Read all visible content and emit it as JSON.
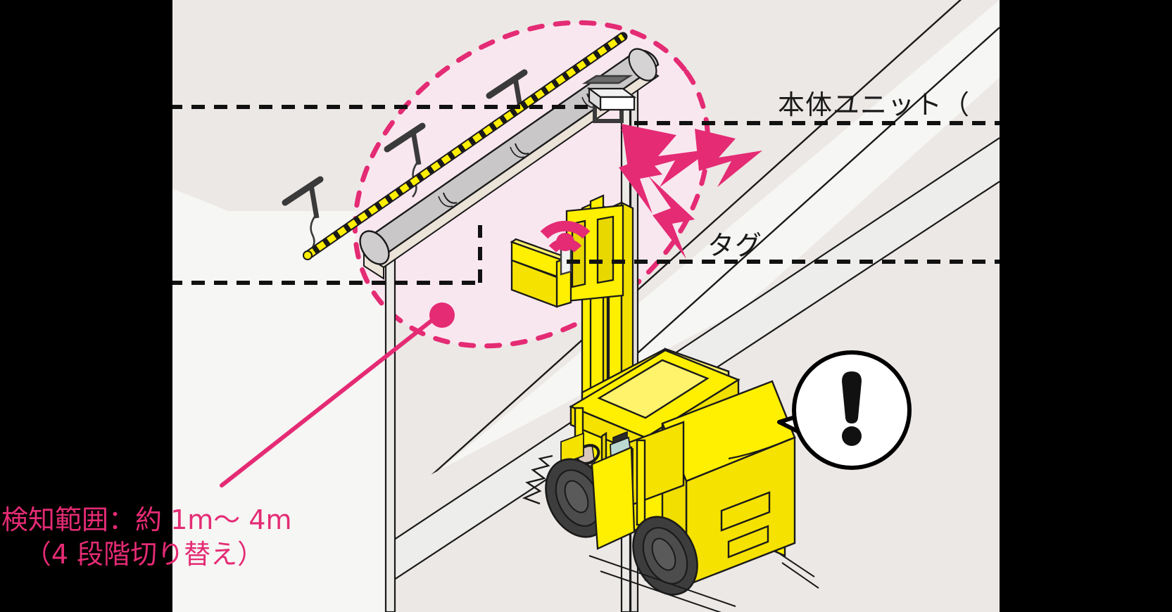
{
  "figure": {
    "kind": "isometric-illustration",
    "title_visible": false,
    "background_letterbox_color": "#000000",
    "panel_background_color": "#ece8e5",
    "accent_pink": "#e42b74",
    "zone_fill_pink": "#f9e7ef",
    "forklift_yellow": "#ffef00",
    "pipe_grey": "#c9c7c7"
  },
  "labels": {
    "main_unit": "本体ユニット（",
    "tag": "タグ"
  },
  "caption": {
    "line1": "検知範囲：約 1m〜 4m",
    "line2": "（4 段階切り替え）"
  },
  "callouts": {
    "detection_zone_name": "detection-zone-ellipse",
    "main_unit_leader": "dashed-leader-main-unit",
    "tag_leader": "dashed-leader-tag",
    "range_leader": "pink-leader-detection-range"
  },
  "scene_elements": [
    {
      "name": "ceiling-pipe",
      "desc": "horizontal insulated pipe run"
    },
    {
      "name": "yellow-cable-track",
      "desc": "yellow dashed cable along pipe"
    },
    {
      "name": "main-unit-device",
      "desc": "white sensor box clamped to pipe"
    },
    {
      "name": "rf-burst",
      "desc": "pink lightning emission from main unit"
    },
    {
      "name": "forklift",
      "desc": "yellow forklift with driver"
    },
    {
      "name": "tag-device",
      "desc": "tag on forklift mast with wifi waves"
    },
    {
      "name": "warning-bubble",
      "desc": "speech balloon with exclamation mark"
    },
    {
      "name": "impact-burst",
      "desc": "collision spark near front wheel"
    }
  ]
}
